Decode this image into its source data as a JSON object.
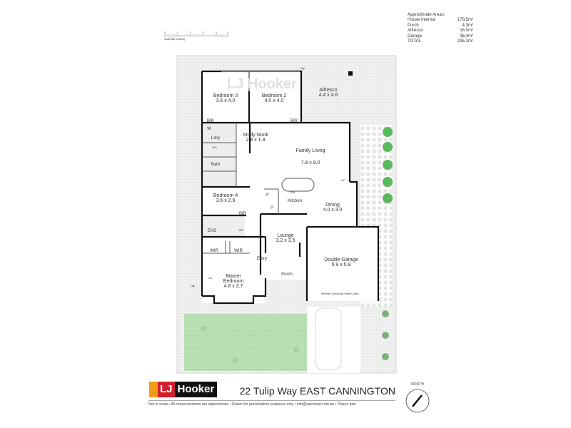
{
  "areas": {
    "title": "Approximate Areas:",
    "rows": [
      {
        "label": "House Internal",
        "value": "178.5m²"
      },
      {
        "label": "Porch",
        "value": "4.3m²"
      },
      {
        "label": "Alfresco",
        "value": "16.0m²"
      },
      {
        "label": "Garage",
        "value": "36.4m²"
      },
      {
        "label": "TOTAL",
        "value": "235.2m²"
      }
    ]
  },
  "scale_bar": {
    "ticks": [
      "0",
      "1",
      "2",
      "3",
      "4",
      "5"
    ],
    "label": "Scale Bar (metres)"
  },
  "watermark": "LJ Hooker",
  "rooms": {
    "bedroom3": {
      "name": "Bedroom 3",
      "size": "3.6 x 4.0"
    },
    "bedroom2": {
      "name": "Bedroom 2",
      "size": "4.0 x 4.0"
    },
    "alfresco": {
      "name": "Alfresco",
      "size": "4.4 x 4.6"
    },
    "study": {
      "name": "Study Nook",
      "size": "2.8 x 1.8"
    },
    "family": {
      "name": "Family Living",
      "size": "7.9 x 8.0"
    },
    "bedroom4": {
      "name": "Bedroom 4",
      "size": "3.6 x 2.9"
    },
    "dining": {
      "name": "Dining",
      "size": "4.0 x 3.0"
    },
    "lounge": {
      "name": "Lounge",
      "size": "3.2 x 3.5"
    },
    "garage": {
      "name": "Double Garage",
      "size": "5.9 x 5.8"
    },
    "master": {
      "name1": "Master",
      "name2": "Bedroom",
      "size": "4.8 x 3.7"
    }
  },
  "small_labels": {
    "bir": "BIR",
    "w": "W",
    "laundry": "L'dry",
    "wc": "WC",
    "bath": "Bath",
    "ac": "AC",
    "f": "F",
    "dw": "DW",
    "kitchen": "Kitchen",
    "p": "P",
    "ens": "ENS",
    "wir": "WIR",
    "entry": "Entry",
    "porch": "Porch",
    "tap": "Tap",
    "garage_door": "Remote Sectional Panel-Door"
  },
  "brand": {
    "lj": "LJ",
    "hooker": "Hooker",
    "colors": {
      "orange": "#f39a1a",
      "red": "#d11f2e",
      "black": "#111111"
    }
  },
  "address": "22 Tulip Way EAST CANNINGTON",
  "footer": "Not to scale  •  All measurements are approximate  •  Drawn for presentation purposes only  •  info@openpad.com.au  •  ©open pad",
  "north": {
    "label": "NORTH",
    "icon": "north-arrow-icon"
  }
}
